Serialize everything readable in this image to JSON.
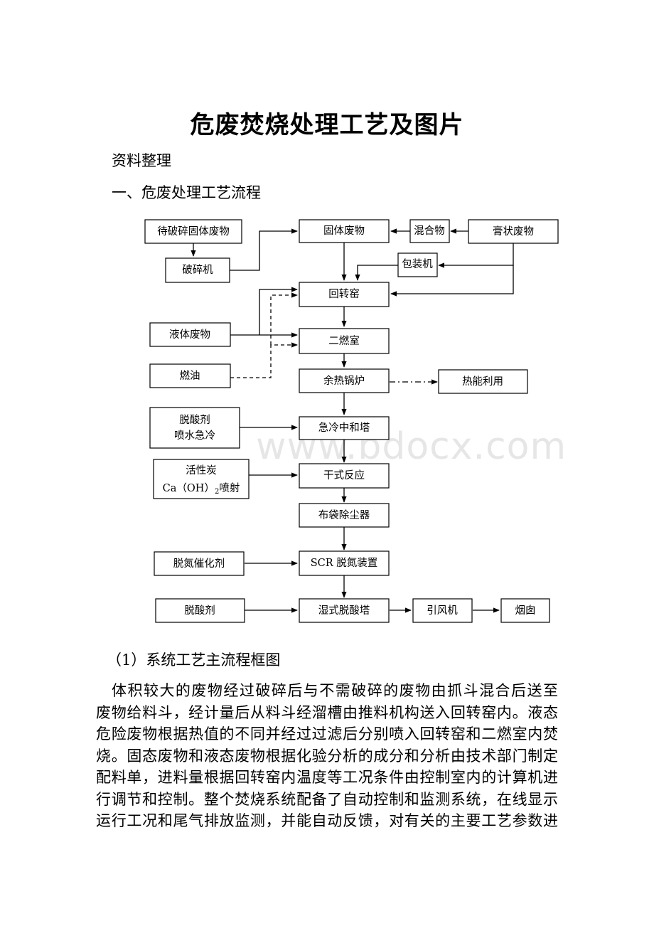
{
  "document": {
    "title": "危废焚烧处理工艺及图片",
    "subtitle": "资料整理",
    "section_heading": "一、危废处理工艺流程",
    "watermark": "www.bdocx.com",
    "caption": "（1）系统工艺主流程框图",
    "paragraph_lines": [
      "体积较大的废物经过破碎后与不需破碎的废物由抓斗混合后送至",
      "废物给料斗，经计量后从料斗经溜槽由推料机构送入回转窑内。液态",
      "危险废物根据热值的不同并经过过滤后分别喷入回转窑和二燃室内焚",
      "烧。固态废物和液态废物根据化验分析的成分和分析由技术部门制定",
      "配料单，进料量根据回转窑内温度等工况条件由控制室内的计算机进",
      "行调节和控制。整个焚烧系统配备了自动控制和监测系统，在线显示",
      "运行工况和尾气排放监测，并能自动反馈，对有关的主要工艺参数进"
    ]
  },
  "flowchart": {
    "nodes": {
      "crush_waste": "待破碎固体废物",
      "crusher": "破碎机",
      "solid_waste": "固体废物",
      "mixture": "混合物",
      "paste_waste": "膏状废物",
      "packer": "包装机",
      "rotary_kiln": "回转窑",
      "liquid_waste": "液体废物",
      "secondary_chamber": "二燃室",
      "fuel_oil": "燃油",
      "waste_heat_boiler": "余热锅炉",
      "heat_utilization": "热能利用",
      "deacid_line1": "脱酸剂",
      "deacid_line2": "喷水急冷",
      "quench_tower": "急冷中和塔",
      "carbon_line1": "活性炭",
      "carbon_line2_main": "Ca（OH）",
      "carbon_line2_sub": "2",
      "carbon_line2_tail": "喷射",
      "dry_reaction": "干式反应",
      "bag_filter": "布袋除尘器",
      "denox_catalyst": "脱氮催化剂",
      "scr": "SCR 脱氮装置",
      "deacid_agent": "脱酸剂",
      "wet_tower": "湿式脱酸塔",
      "id_fan": "引风机",
      "chimney": "烟囱"
    }
  }
}
